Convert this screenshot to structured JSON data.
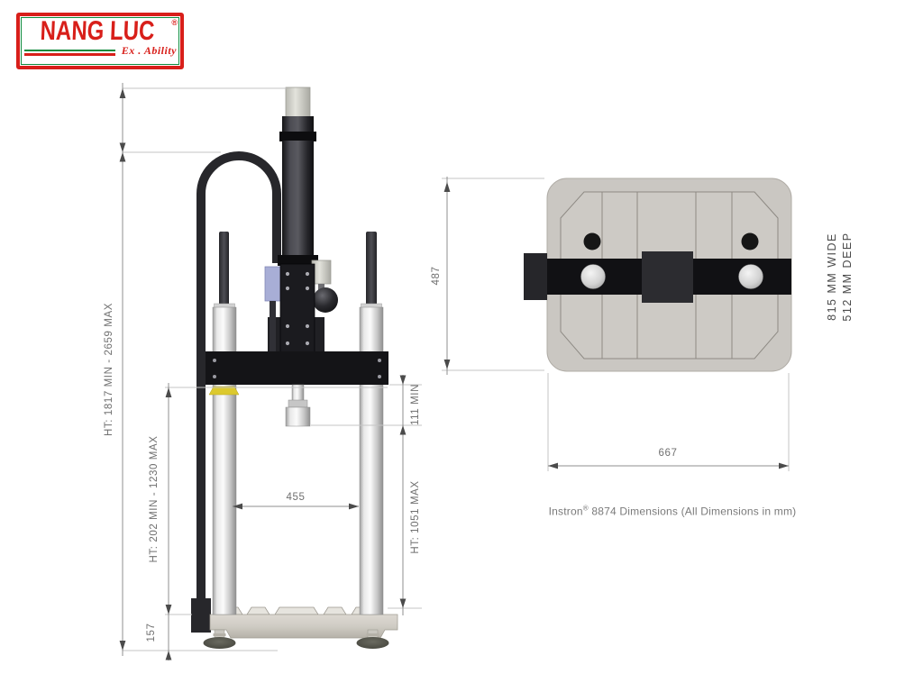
{
  "logo": {
    "brand": "NANG LUC",
    "reg": "®",
    "tagline": "Ex . Ability"
  },
  "side_view": {
    "label_total_height": "HT: 1817 MIN - 2659 MAX",
    "label_piston_height": "HT: 202 MIN - 1230 MAX",
    "label_base_height": "157",
    "label_column_span": "455",
    "label_min_daylight": "111 MIN",
    "label_max_daylight": "HT: 1051 MAX"
  },
  "top_view": {
    "label_depth": "487",
    "label_width": "667",
    "label_plate_wide": "815 MM WIDE",
    "label_plate_deep": "512 MM DEEP"
  },
  "caption": {
    "brand": "Instron",
    "reg": "®",
    "rest": " 8874 Dimensions (All Dimensions in mm)"
  },
  "colors": {
    "accent_red": "#d81f1a",
    "accent_green": "#0f8a3c",
    "dim_line": "#909090",
    "extension_line": "#c5c5c5",
    "machine_black": "#17171a",
    "plate_gray": "#cac7c2",
    "collar_yellow": "#dcc92e",
    "sensor_blue": "#a8aed6"
  }
}
